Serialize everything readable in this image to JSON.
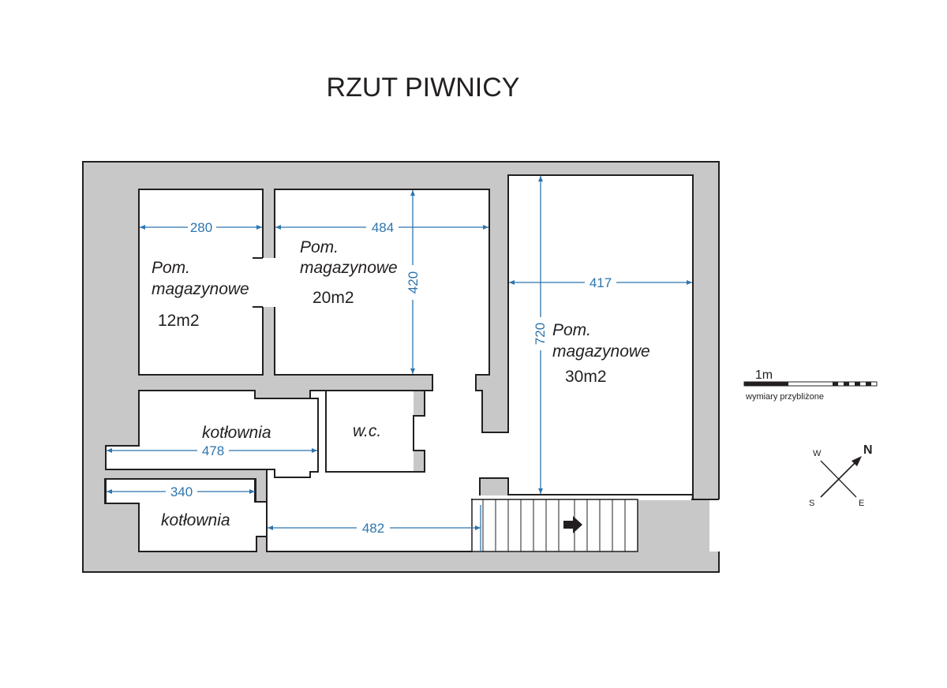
{
  "title": "RZUT PIWNICY",
  "rooms": [
    {
      "label_line1": "Pom.",
      "label_line2": "magazynowe",
      "area": "12m2"
    },
    {
      "label_line1": "Pom.",
      "label_line2": "magazynowe",
      "area": "20m2"
    },
    {
      "label_line1": "Pom.",
      "label_line2": "magazynowe",
      "area": "30m2"
    },
    {
      "label": "kotłownia"
    },
    {
      "label": "w.c."
    },
    {
      "label": "kotłownia"
    }
  ],
  "dimensions": {
    "d280": "280",
    "d484": "484",
    "d420": "420",
    "d417": "417",
    "d720": "720",
    "d478": "478",
    "d340": "340",
    "d482": "482"
  },
  "scale": {
    "label": "1m",
    "note": "wymiary przybliżone"
  },
  "compass": {
    "n": "N",
    "w": "W",
    "s": "S",
    "e": "E"
  },
  "colors": {
    "wall": "#c8c8c8",
    "dimension": "#2e75ad",
    "line": "#231f20"
  }
}
